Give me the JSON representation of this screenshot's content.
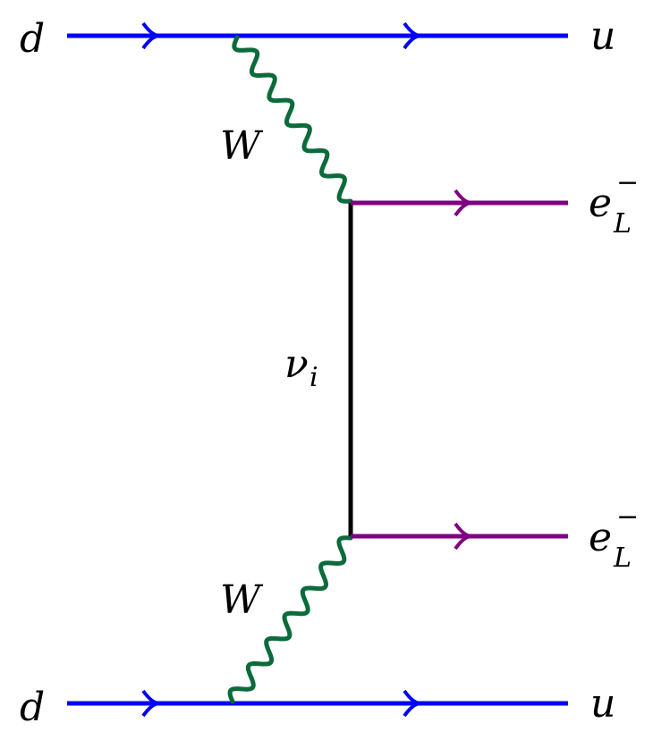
{
  "diagram": {
    "labels": {
      "top_left": "d",
      "top_right": "u",
      "bottom_left": "d",
      "bottom_right": "u",
      "w_top": "W",
      "w_bottom": "W",
      "neutrino_base": "ν",
      "neutrino_sub": "i",
      "electron_top_base": "e",
      "electron_top_sup": "−",
      "electron_top_sub": "L",
      "electron_bottom_base": "e",
      "electron_bottom_sup": "−",
      "electron_bottom_sub": "L"
    },
    "colors": {
      "quark": "#0000ff",
      "boson": "#0b6b3a",
      "lepton": "#800080",
      "propagator": "#000000"
    }
  }
}
